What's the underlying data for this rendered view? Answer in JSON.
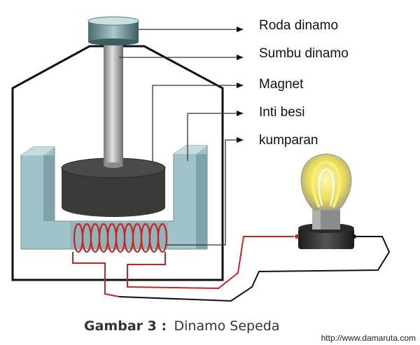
{
  "labels": {
    "roda": "Roda dinamo",
    "sumbu": "Sumbu dinamo",
    "magnet": "Magnet",
    "inti": "Inti besi",
    "kumparan": "kumparan"
  },
  "caption": {
    "bold": "Gambar 3 :",
    "text": "Dinamo Sepeda"
  },
  "credit": "http://www.damaruta.com",
  "colors": {
    "iron_core": "#9fc3c8",
    "magnet": "#3c3c3c",
    "coil": "#cc2222",
    "axle": "#a8a8a8",
    "outline": "#111111",
    "bulb_glow": "#f2e74a"
  }
}
